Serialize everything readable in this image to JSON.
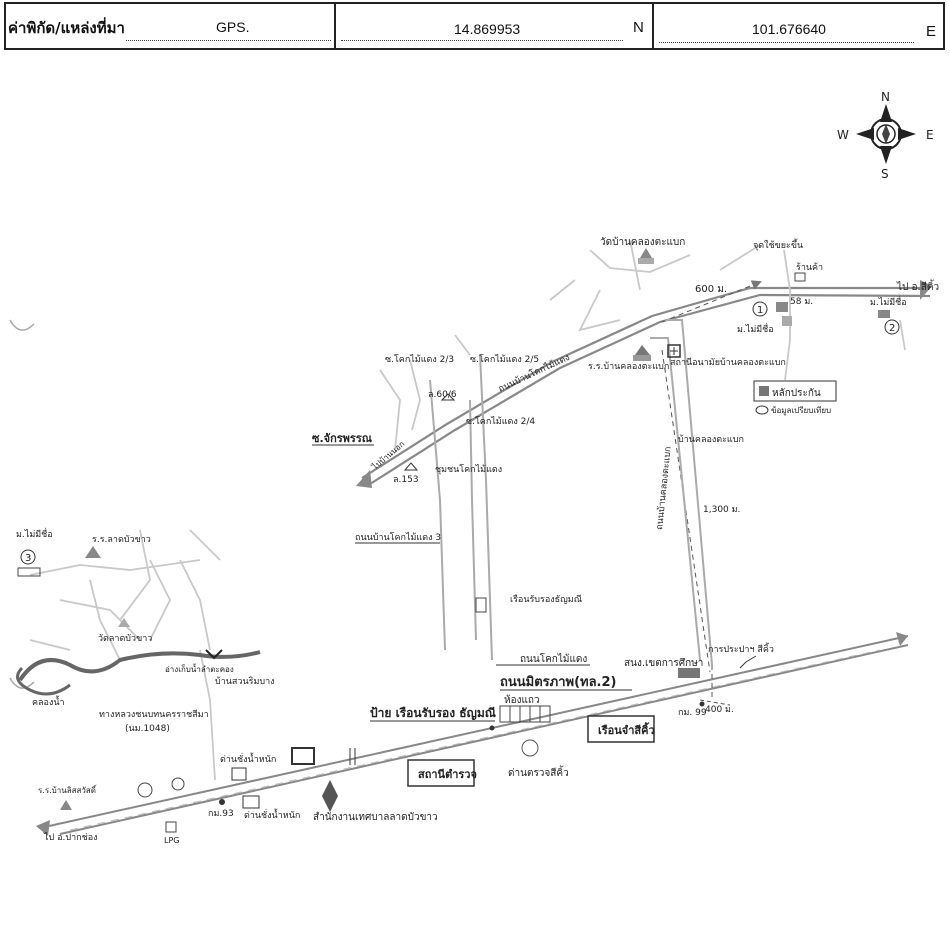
{
  "header": {
    "field_label": "ค่าพิกัด/แหล่งที่มา",
    "gps_label": "GPS.",
    "latitude": "14.869953",
    "lat_dir": "N",
    "longitude": "101.676640",
    "lon_dir": "E"
  },
  "compass": {
    "n": "N",
    "s": "S",
    "e": "E",
    "w": "W"
  },
  "labels": {
    "temple_top": "วัดบ้านคลองตะแบก",
    "junction_top": "จุดใช้ขยะขึ้น",
    "shop": "ร้านค้า",
    "dist_600": "600 ม.",
    "dist_58": "58 ม.",
    "to_sikhio_top": "ไป อ.สีคิ้ว",
    "no_name_1": "ม.ไม่มีชื่อ",
    "no_name_2": "ม.ไม่มีชื่อ",
    "no_name_3": "ม.ไม่มีชื่อ",
    "marker1": "1",
    "marker2": "2",
    "marker3": "3",
    "soi_23": "ซ.โคกไม้แดง 2/3",
    "soi_25": "ซ.โคกไม้แดง 2/5",
    "soi_24": "ซ.โคกไม้แดง 2/4",
    "road_kokmaidaeng": "ถนนบ้านโคกไม้แดง",
    "school_khlong": "ร.ร.บ้านคลองตะแบก",
    "health_center": "สถานีอนามัยบ้านคลองตะแบก",
    "km_marker": "หลักประกัน",
    "legend_text": "ข้อมูลเปรียบเทียบ",
    "l606": "ล.60/6",
    "soi_chak": "ซ.จักรพรรณ",
    "to_ban_nok": "ไปบ้านนอก",
    "l153": "ล.153",
    "community": "ชุมชนโคกไม้แดง",
    "ban_khlong": "บ้านคลองตะแบก",
    "road_khlong": "ถนนบ้านคลองตะแบก",
    "dist_1300": "1,300 ม.",
    "road_kok3": "ถนนบ้านโคกไม้แดง 3",
    "school_lat": "ร.ร.ลาดบัวขาว",
    "temple_lat": "วัดลาดบัวขาว",
    "guesthouse": "เรือนรับรองธัญมณี",
    "road_kok": "ถนนโคกไม้แดง",
    "edu_office": "สนง.เขตการศึกษา",
    "water_auth": "การประปาฯ สีคิ้ว",
    "mittraphap": "ถนนมิตรภาพ(ทล.2)",
    "shophouse": "ห้องแถว",
    "sign_guesthouse": "ป้าย เรือนรับรอง ธัญมณี",
    "prison": "เรือนจำสีคิ้ว",
    "km99": "กม. 99",
    "dist_400": "400 ม.",
    "canal": "คลองน้ำ",
    "reservoir": "อ่างเก็บน้ำลำตะคอง",
    "ban_suan": "บ้านสวนริมบาง",
    "railway": "ทางหลวงชนบทนครราชสีมา",
    "railway_num": "(นม.1048)",
    "weigh_station": "ด่านชั่งน้ำหนัก",
    "police_station": "สถานีตำรวจ",
    "checkpoint": "ด่านตรวจสีคิ้ว",
    "school_ban": "ร.ร.บ้านลิสสวัสดิ์",
    "km93": "กม.93",
    "weigh_station2": "ด่านชั่งน้ำหนัก",
    "municipality": "สำนักงานเทศบาลลาดบัวขาว",
    "lpg": "LPG",
    "to_pak_chong": "ไป อ.ปากช่อง"
  }
}
